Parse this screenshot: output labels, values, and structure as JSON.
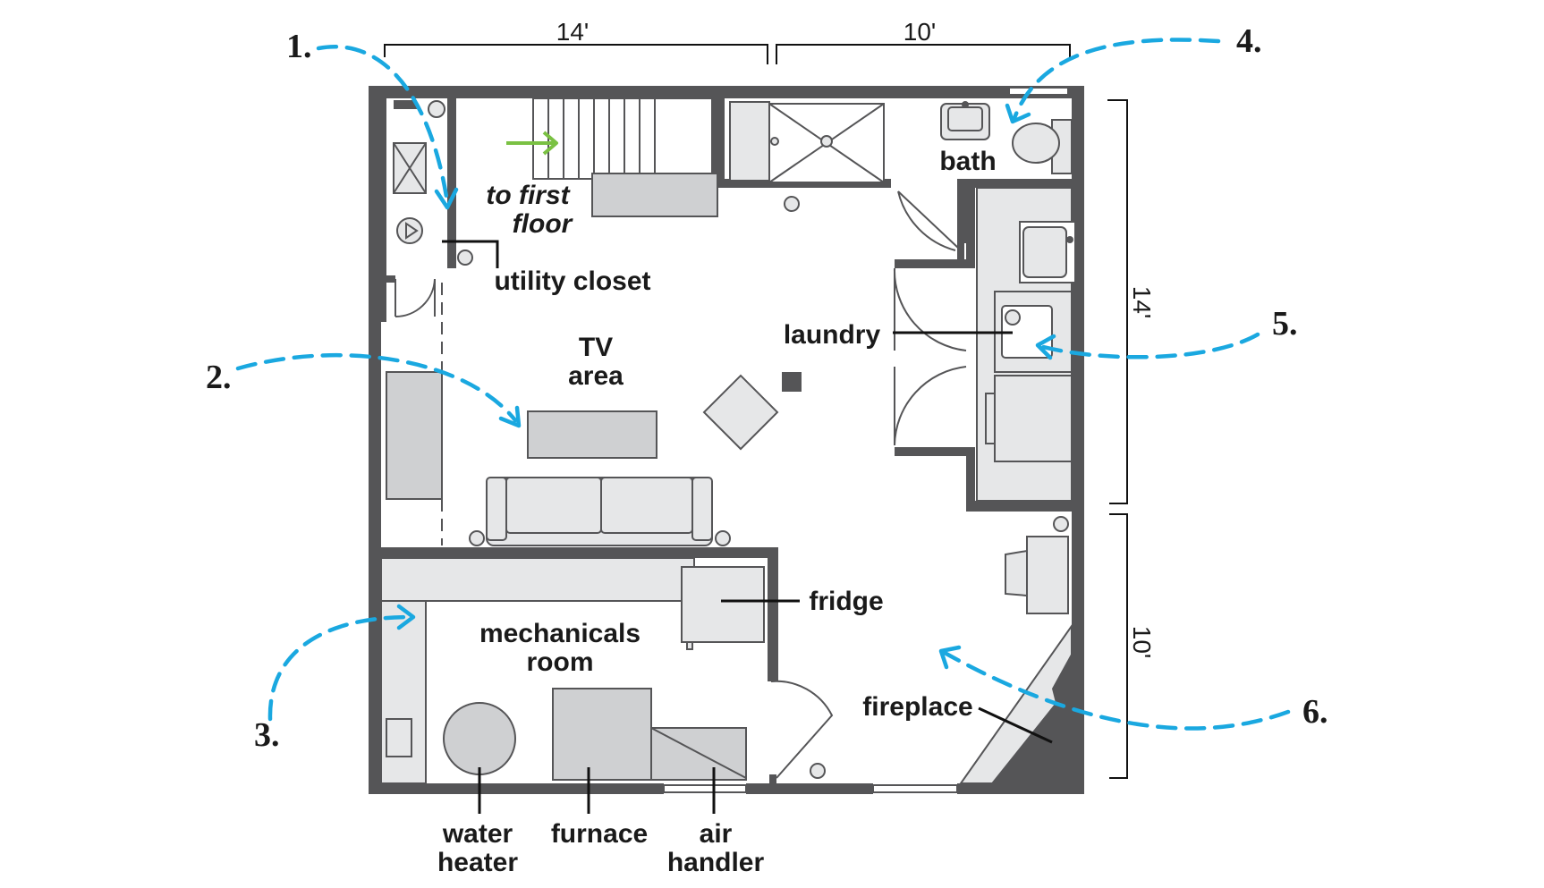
{
  "dimensions": {
    "top_left": "14'",
    "top_right": "10'",
    "right_upper": "14'",
    "right_lower": "10'"
  },
  "callouts": [
    "1.",
    "2.",
    "3.",
    "4.",
    "5.",
    "6."
  ],
  "labels": {
    "to_first_floor_1": "to first",
    "to_first_floor_2": "floor",
    "utility_closet": "utility closet",
    "bath": "bath",
    "laundry": "laundry",
    "tv_area_1": "TV",
    "tv_area_2": "area",
    "fridge": "fridge",
    "mechanicals_room_1": "mechanicals",
    "mechanicals_room_2": "room",
    "fireplace": "fireplace",
    "water_heater_1": "water",
    "water_heater_2": "heater",
    "furnace": "furnace",
    "air_handler_1": "air",
    "air_handler_2": "handler"
  },
  "colors": {
    "wall": "#555557",
    "fixture": "#e6e7e8",
    "callout": "#1aa8e0",
    "stair_arrow": "#7ac143"
  }
}
